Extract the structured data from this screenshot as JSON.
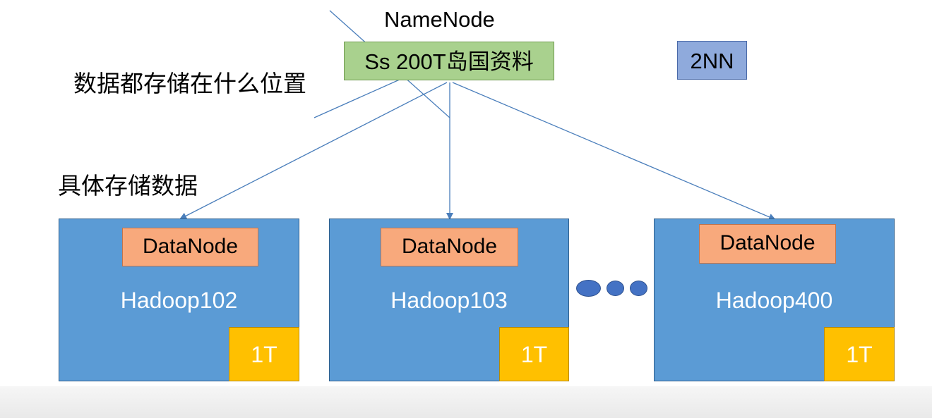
{
  "namenode": {
    "title": "NameNode",
    "box_text": "Ss 200T岛国资料",
    "box_color": "#a9d18e"
  },
  "secondary": {
    "label": "2NN",
    "color": "#8faadc"
  },
  "annotations": {
    "question": "数据都存储在什么位置",
    "storage": "具体存储数据"
  },
  "nodes": [
    {
      "role": "DataNode",
      "host": "Hadoop102",
      "disk": "1T"
    },
    {
      "role": "DataNode",
      "host": "Hadoop103",
      "disk": "1T"
    },
    {
      "role": "DataNode",
      "host": "Hadoop400",
      "disk": "1T"
    }
  ],
  "colors": {
    "node_fill": "#5b9bd5",
    "datanode_fill": "#f8a97c",
    "disk_fill": "#ffc000",
    "arrow": "#4a7ebb",
    "ellipsis_dot": "#4472c4"
  }
}
